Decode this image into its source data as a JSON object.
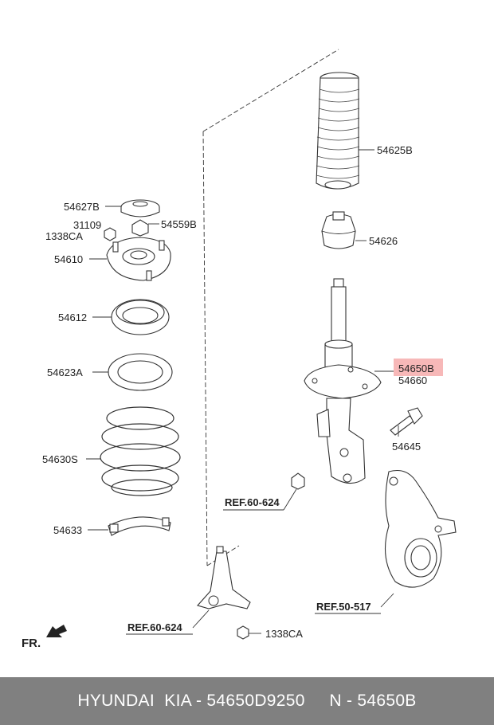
{
  "labels": {
    "p54625B": "54625B",
    "p54626": "54626",
    "p54627B": "54627B",
    "p31109": "31109",
    "p1338CA_top": "1338CA",
    "p54559B": "54559B",
    "p54610": "54610",
    "p54612": "54612",
    "p54623A": "54623A",
    "p54630S": "54630S",
    "p54633": "54633",
    "p54650B": "54650B",
    "p54660": "54660",
    "p54645": "54645",
    "ref_60_624_a": "REF.60-624",
    "ref_60_624_b": "REF.60-624",
    "ref_50_517": "REF.50-517",
    "p1338CA_bottom": "1338CA",
    "fr": "FR."
  },
  "highlight": {
    "part": "54650B",
    "color": "#f4a0a0"
  },
  "footer": {
    "text": "HYUNDAI  KIA - 54650D9250     N - 54650B"
  }
}
